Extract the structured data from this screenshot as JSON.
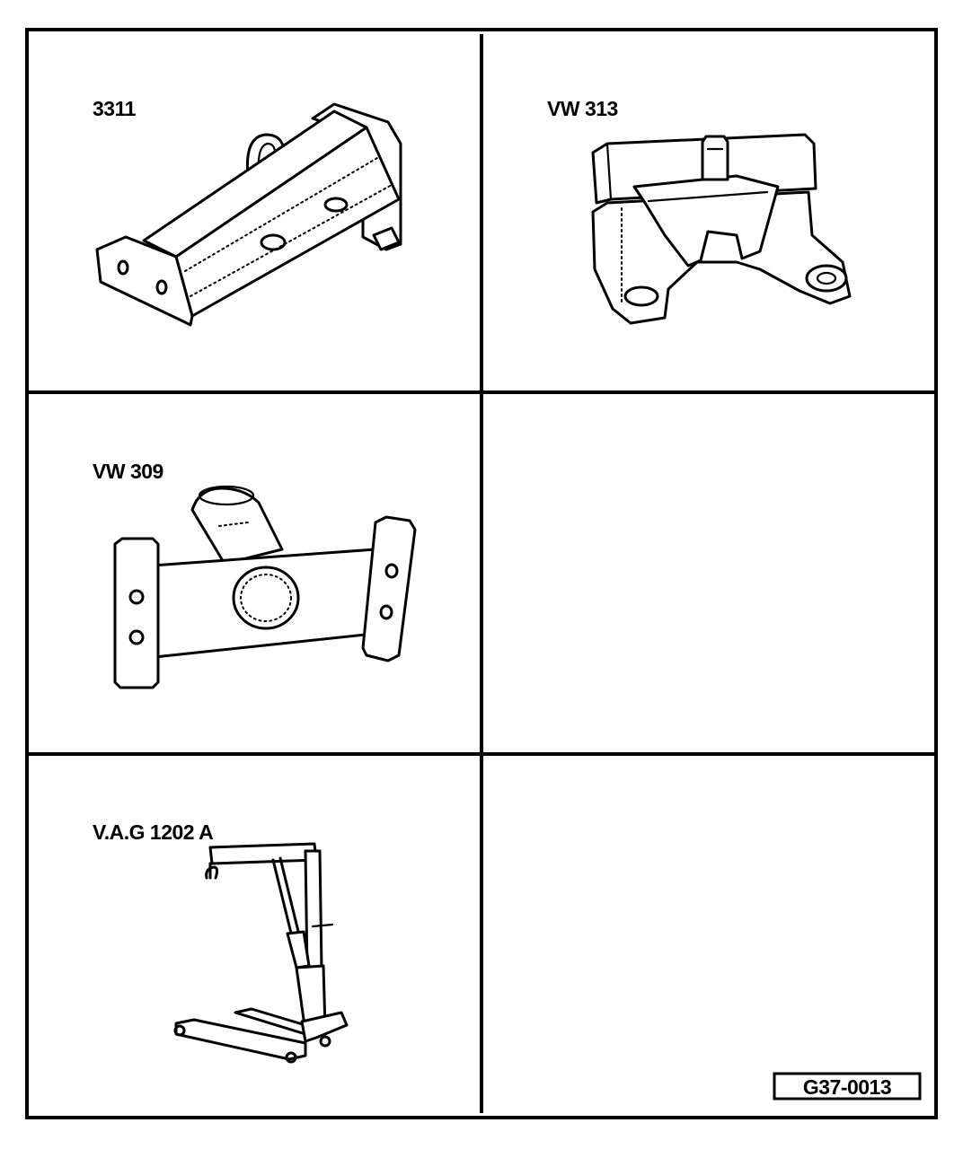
{
  "figure": {
    "reference_code": "G37-0013",
    "tools": [
      {
        "label": "3311",
        "icon": "holding-fixture-icon"
      },
      {
        "label": "VW 313",
        "icon": "engine-support-bracket-icon"
      },
      {
        "label": "VW 309",
        "icon": "engine-holding-plate-icon"
      },
      {
        "label": "",
        "icon": ""
      },
      {
        "label": "V.A.G 1202 A",
        "icon": "workshop-crane-icon"
      },
      {
        "label": "",
        "icon": ""
      }
    ]
  }
}
